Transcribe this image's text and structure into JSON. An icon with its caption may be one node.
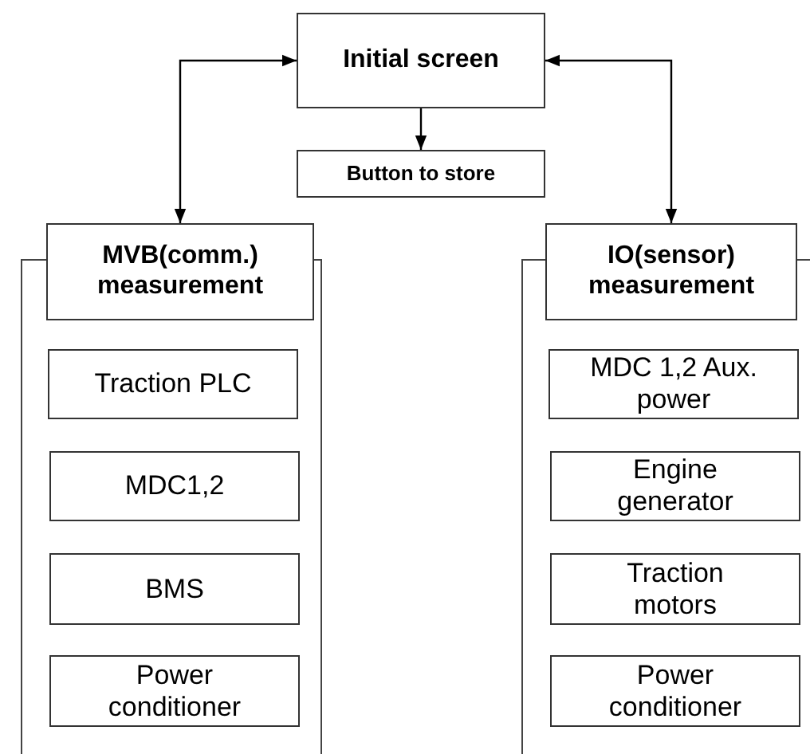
{
  "diagram": {
    "nodes": [
      {
        "text": [
          "Initial screen"
        ]
      },
      {
        "text": [
          "Button to store"
        ]
      },
      {
        "text": [],
        "shape": "box"
      },
      {
        "text": [
          "MVB(comm.) measurement"
        ]
      },
      {
        "text": [
          "Traction PLC"
        ],
        "in": 2
      },
      {
        "text": [
          "MDC1,2"
        ],
        "in": 2
      },
      {
        "text": [
          "BMS"
        ],
        "in": 2
      },
      {
        "text": [
          "Power conditioner"
        ],
        "in": 2
      },
      {
        "text": [],
        "shape": "box"
      },
      {
        "text": [
          "IO(sensor) measurement"
        ]
      },
      {
        "text": [
          "MDC 1,2 Aux. power"
        ],
        "in": 8
      },
      {
        "text": [
          "Engine generator"
        ],
        "in": 8
      },
      {
        "text": [
          "Traction motors"
        ],
        "in": 8
      },
      {
        "text": [
          "Power conditioner"
        ],
        "in": 8
      }
    ],
    "edges": [
      {
        "from": 0,
        "to": 1,
        "arrow": "to"
      },
      {
        "from": 0,
        "to": 3,
        "arrow": "both"
      },
      {
        "from": 0,
        "to": 9,
        "arrow": "both"
      }
    ]
  }
}
